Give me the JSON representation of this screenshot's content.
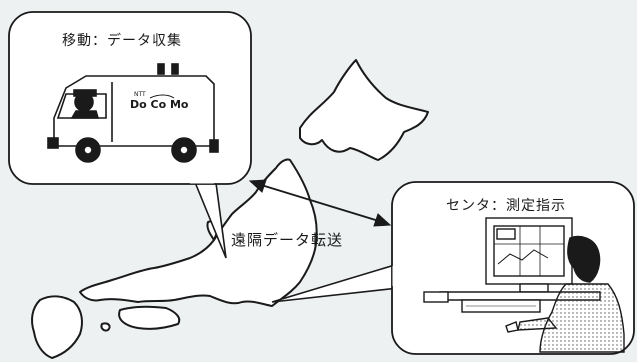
{
  "diagram": {
    "mobile_box": {
      "label": "移動：データ収集",
      "vehicle_logo": "Do Co Mo",
      "vehicle_logo_prefix": "NTT"
    },
    "center_box": {
      "label": "センタ：測定指示"
    },
    "transfer_label": "遠隔データ転送",
    "colors": {
      "background": "#edf1f2",
      "box_fill": "#ffffff",
      "line": "#1a1a1a",
      "shade": "#cfd3d5"
    },
    "icons": [
      "truck-icon",
      "operator-at-computer-icon",
      "japan-map",
      "double-arrow-icon"
    ]
  }
}
